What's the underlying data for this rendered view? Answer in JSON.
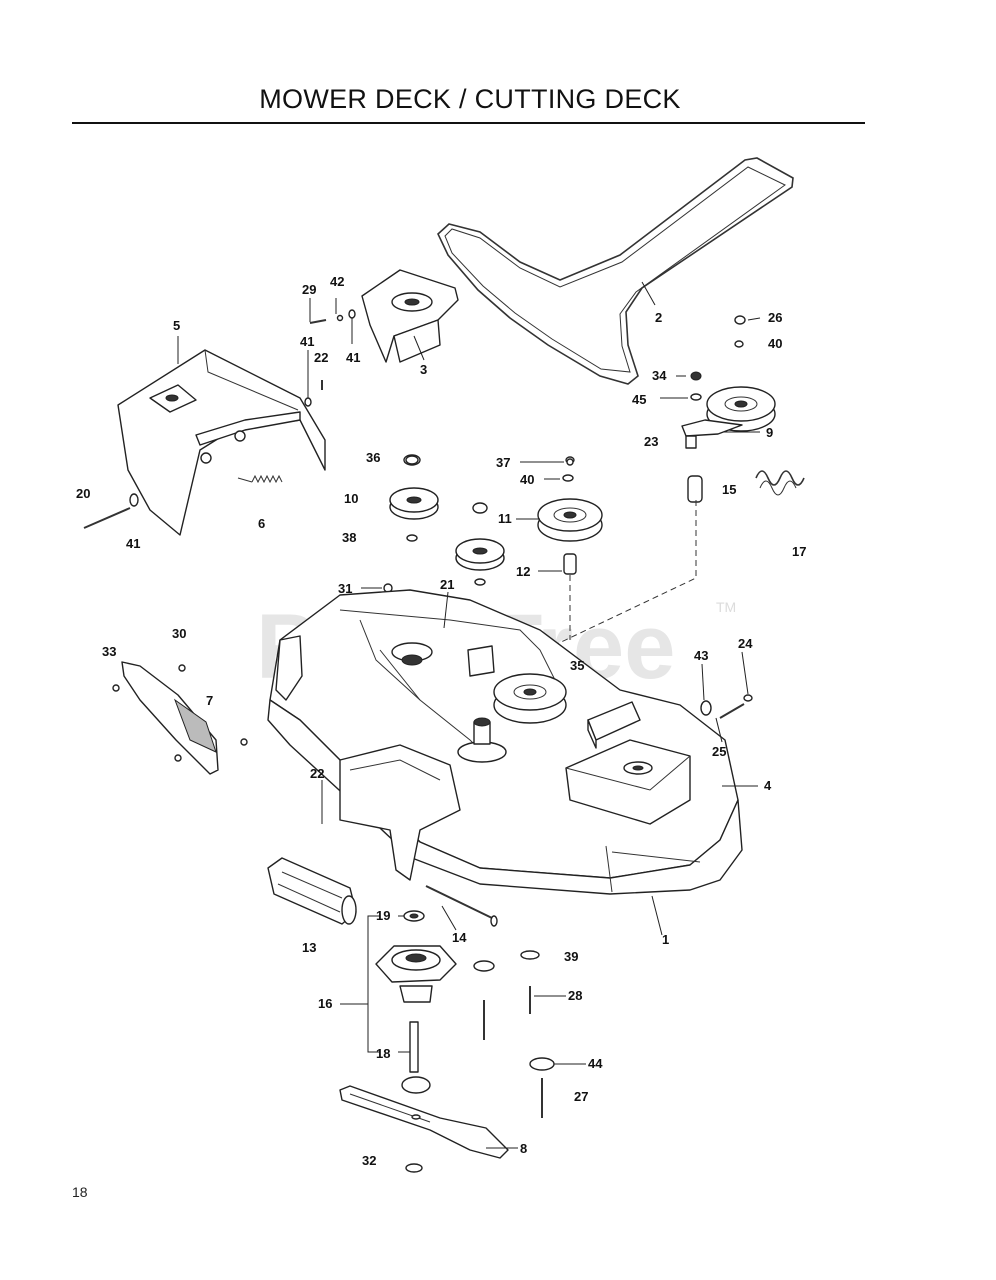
{
  "page": {
    "title": "MOWER DECK / CUTTING DECK",
    "page_number": "18"
  },
  "watermark": {
    "text": "PartsTree",
    "trademark": "TM"
  },
  "callouts": [
    {
      "id": "c-1",
      "text": "1"
    },
    {
      "id": "c-2",
      "text": "2"
    },
    {
      "id": "c-3",
      "text": "3"
    },
    {
      "id": "c-4",
      "text": "4"
    },
    {
      "id": "c-5",
      "text": "5"
    },
    {
      "id": "c-6",
      "text": "6"
    },
    {
      "id": "c-7",
      "text": "7"
    },
    {
      "id": "c-8",
      "text": "8"
    },
    {
      "id": "c-9",
      "text": "9"
    },
    {
      "id": "c-10",
      "text": "10"
    },
    {
      "id": "c-11",
      "text": "11"
    },
    {
      "id": "c-12",
      "text": "12"
    },
    {
      "id": "c-13",
      "text": "13"
    },
    {
      "id": "c-14",
      "text": "14"
    },
    {
      "id": "c-15",
      "text": "15"
    },
    {
      "id": "c-16",
      "text": "16"
    },
    {
      "id": "c-17",
      "text": "17"
    },
    {
      "id": "c-18",
      "text": "18"
    },
    {
      "id": "c-19",
      "text": "19"
    },
    {
      "id": "c-20",
      "text": "20"
    },
    {
      "id": "c-21",
      "text": "21"
    },
    {
      "id": "c-22a",
      "text": "22"
    },
    {
      "id": "c-22b",
      "text": "22"
    },
    {
      "id": "c-23",
      "text": "23"
    },
    {
      "id": "c-24",
      "text": "24"
    },
    {
      "id": "c-25",
      "text": "25"
    },
    {
      "id": "c-26",
      "text": "26"
    },
    {
      "id": "c-27",
      "text": "27"
    },
    {
      "id": "c-28",
      "text": "28"
    },
    {
      "id": "c-29",
      "text": "29"
    },
    {
      "id": "c-30",
      "text": "30"
    },
    {
      "id": "c-31",
      "text": "31"
    },
    {
      "id": "c-32",
      "text": "32"
    },
    {
      "id": "c-33",
      "text": "33"
    },
    {
      "id": "c-34",
      "text": "34"
    },
    {
      "id": "c-35",
      "text": "35"
    },
    {
      "id": "c-36",
      "text": "36"
    },
    {
      "id": "c-37",
      "text": "37"
    },
    {
      "id": "c-38",
      "text": "38"
    },
    {
      "id": "c-39",
      "text": "39"
    },
    {
      "id": "c-40a",
      "text": "40"
    },
    {
      "id": "c-40b",
      "text": "40"
    },
    {
      "id": "c-41a",
      "text": "41"
    },
    {
      "id": "c-41b",
      "text": "41"
    },
    {
      "id": "c-41c",
      "text": "41"
    },
    {
      "id": "c-42",
      "text": "42"
    },
    {
      "id": "c-43",
      "text": "43"
    },
    {
      "id": "c-44",
      "text": "44"
    },
    {
      "id": "c-45",
      "text": "45"
    }
  ]
}
